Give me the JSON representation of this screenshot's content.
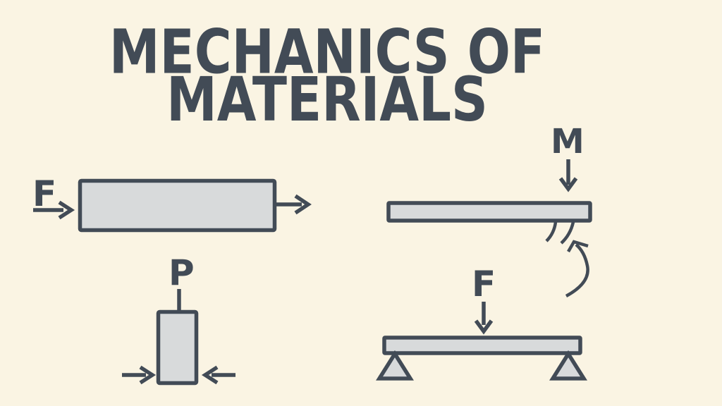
{
  "title": {
    "line1": "MECHANICS OF",
    "line2": "MATERIALS"
  },
  "colors": {
    "background": "#faf4e3",
    "ink": "#424b56",
    "shape_fill": "#d8dadb"
  },
  "diagrams": {
    "axial_tension": {
      "label": "F"
    },
    "axial_compression": {
      "label": "P"
    },
    "bending_moment": {
      "label": "M"
    },
    "transverse_load": {
      "label": "F"
    }
  }
}
